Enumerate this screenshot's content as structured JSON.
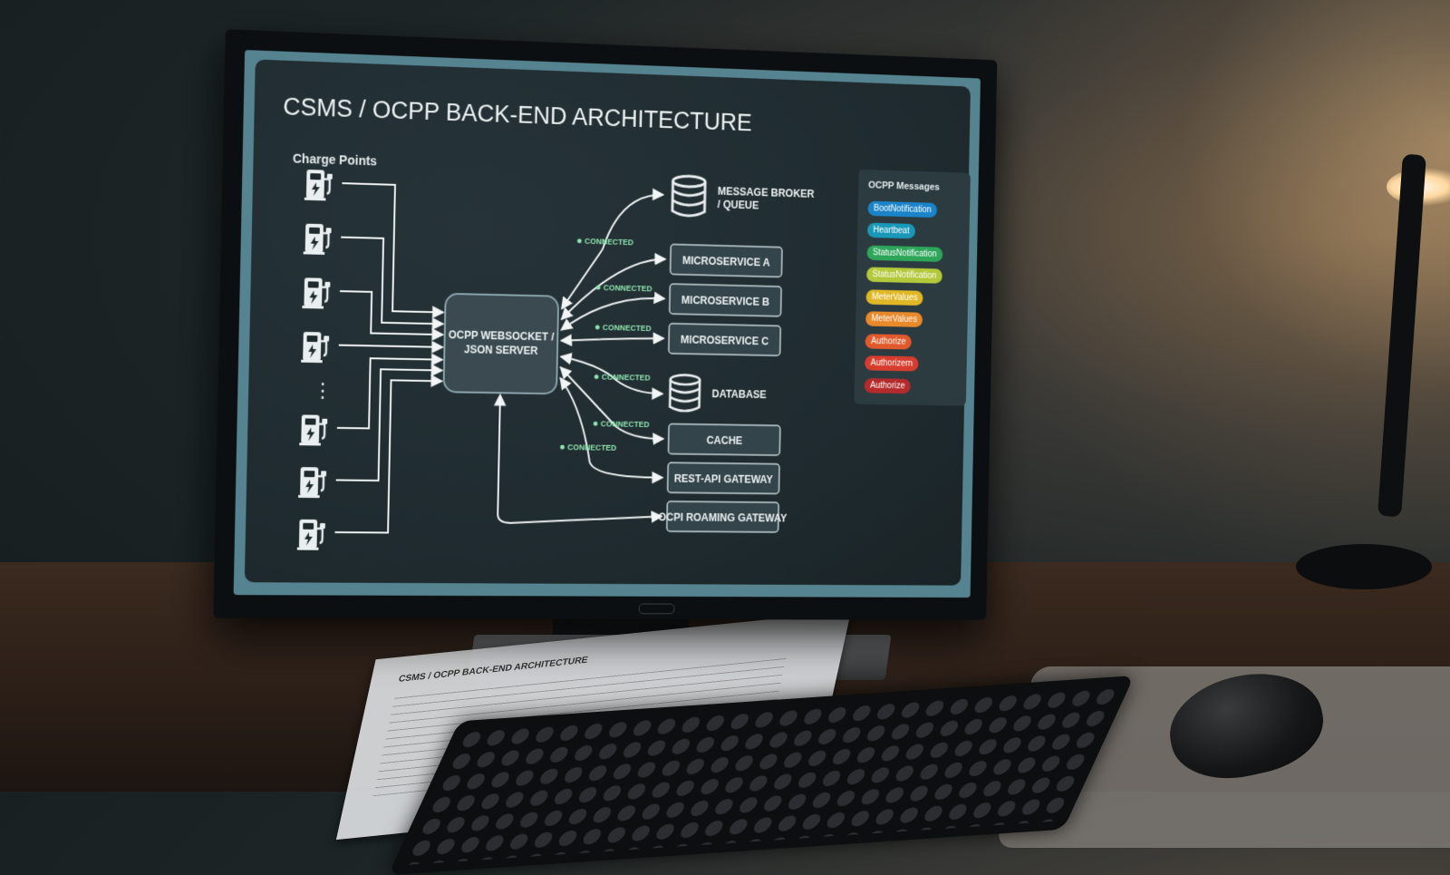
{
  "diagram": {
    "title": "CSMS / OCPP BACK-END ARCHITECTURE",
    "charge_points_label": "Charge Points",
    "server_label_line1": "OCPP WEBSOCKET /",
    "server_label_line2": "JSON SERVER",
    "broker_label_line1": "MESSAGE BROKER",
    "broker_label_line2": "/ QUEUE",
    "services": [
      {
        "label": "MICROSERVICE A"
      },
      {
        "label": "MICROSERVICE B"
      },
      {
        "label": "MICROSERVICE C"
      },
      {
        "label": "CACHE"
      },
      {
        "label": "REST-API GATEWAY"
      },
      {
        "label": "OCPI ROAMING GATEWAY"
      }
    ],
    "database_label": "DATABASE",
    "connection_label": "CONNECTED",
    "ellipsis": "⋮"
  },
  "messages": {
    "title": "OCPP Messages",
    "items": [
      {
        "label": "BootNotification",
        "color": "#1b84c9"
      },
      {
        "label": "Heartbeat",
        "color": "#1a98b8"
      },
      {
        "label": "StatusNotification",
        "color": "#2ea65a"
      },
      {
        "label": "StatusNotification",
        "color": "#b3c93a"
      },
      {
        "label": "MeterValues",
        "color": "#e0b826"
      },
      {
        "label": "MeterValues",
        "color": "#e8892a"
      },
      {
        "label": "Authorize",
        "color": "#e05a2b"
      },
      {
        "label": "Authorizern",
        "color": "#d63d2e"
      },
      {
        "label": "Authorize",
        "color": "#b52a2a"
      }
    ]
  },
  "paper": {
    "title": "CSMS / OCPP BACK-END ARCHITECTURE"
  }
}
